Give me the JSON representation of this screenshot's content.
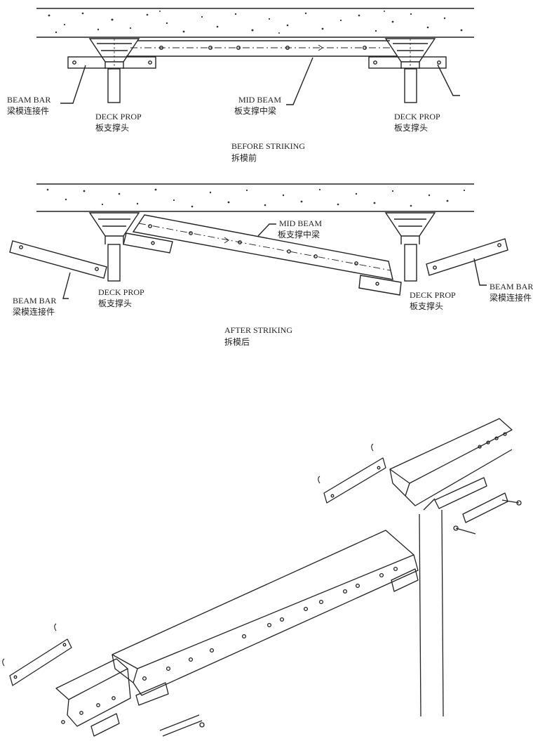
{
  "before": {
    "beam_bar_left": {
      "en": "BEAM BAR",
      "zh": "梁模连接件"
    },
    "mid_beam": {
      "en": "MID BEAM",
      "zh": "板支撑中梁"
    },
    "deck_prop_left": {
      "en": "DECK PROP",
      "zh": "板支撑头"
    },
    "deck_prop_right": {
      "en": "DECK PROP",
      "zh": "板支撑头"
    },
    "caption": {
      "en": "BEFORE STRIKING",
      "zh": "拆模前"
    }
  },
  "after": {
    "mid_beam": {
      "en": "MID BEAM",
      "zh": "板支撑中梁"
    },
    "beam_bar_left": {
      "en": "BEAM BAR",
      "zh": "梁模连接件"
    },
    "deck_prop_left": {
      "en": "DECK PROP",
      "zh": "板支撑头"
    },
    "deck_prop_right": {
      "en": "DECK PROP",
      "zh": "板支撑头"
    },
    "beam_bar_right": {
      "en": "BEAM BAR",
      "zh": "梁模连接件"
    },
    "caption": {
      "en": "AFTER STRIKING",
      "zh": "拆模后"
    }
  }
}
